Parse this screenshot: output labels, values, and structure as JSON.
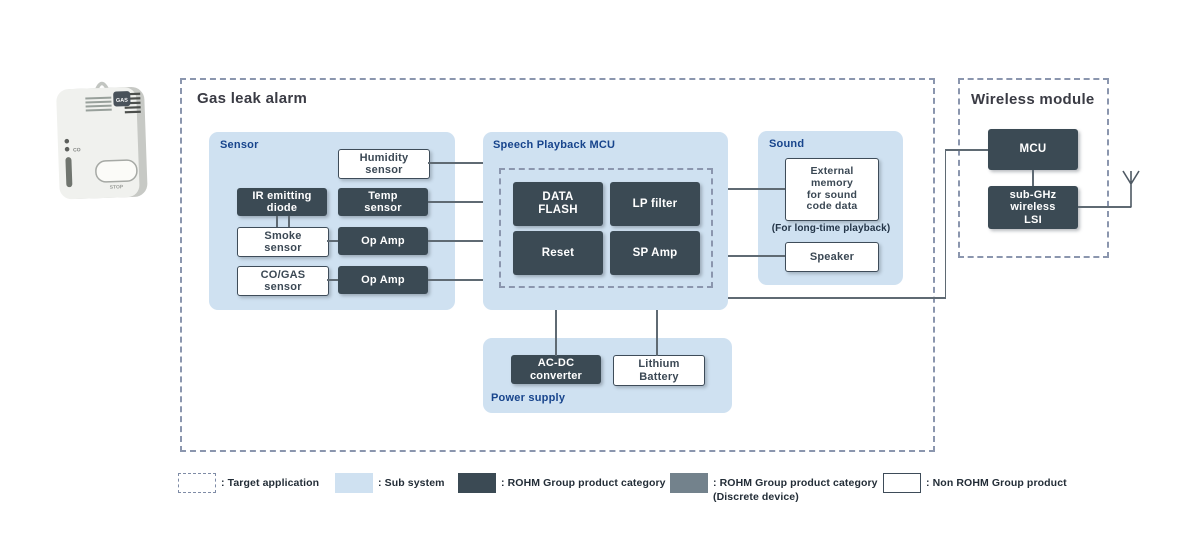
{
  "device": {
    "gas_badge": "GAS",
    "co_label": "CO",
    "stop_label": "STOP"
  },
  "gas_alarm": {
    "title": "Gas leak alarm",
    "sensor": {
      "label": "Sensor",
      "humidity": "Humidity\nsensor",
      "ir_diode": "IR emitting\ndiode",
      "temp": "Temp\nsensor",
      "smoke": "Smoke\nsensor",
      "op_amp1": "Op Amp",
      "co_gas": "CO/GAS\nsensor",
      "op_amp2": "Op Amp"
    },
    "speech_mcu": {
      "label": "Speech Playback MCU",
      "data_flash": "DATA\nFLASH",
      "lp_filter": "LP filter",
      "reset": "Reset",
      "sp_amp": "SP Amp"
    },
    "sound": {
      "label": "Sound",
      "external_memory": "External\nmemory\nfor sound\ncode data",
      "note": "(For long-time playback)",
      "speaker": "Speaker"
    },
    "power": {
      "label": "Power supply",
      "ac_dc": "AC-DC\nconverter",
      "battery": "Lithium\nBattery"
    }
  },
  "wireless": {
    "title": "Wireless module",
    "mcu": "MCU",
    "sub_ghz": "sub-GHz\nwireless\nLSI"
  },
  "legend": {
    "items": [
      {
        "label": ": Target application"
      },
      {
        "label": ": Sub system"
      },
      {
        "label": ": ROHM Group product category"
      },
      {
        "label": ": ROHM Group product category",
        "label2": "(Discrete device)"
      },
      {
        "label": ": Non ROHM Group product"
      }
    ]
  },
  "colors": {
    "sub_system": "#cfe1f1",
    "rohm_product": "#3b4a54",
    "discrete_device": "#73828c",
    "non_rohm": "#ffffff",
    "label_blue": "#17448c",
    "line_gray": "#5f6a73"
  }
}
